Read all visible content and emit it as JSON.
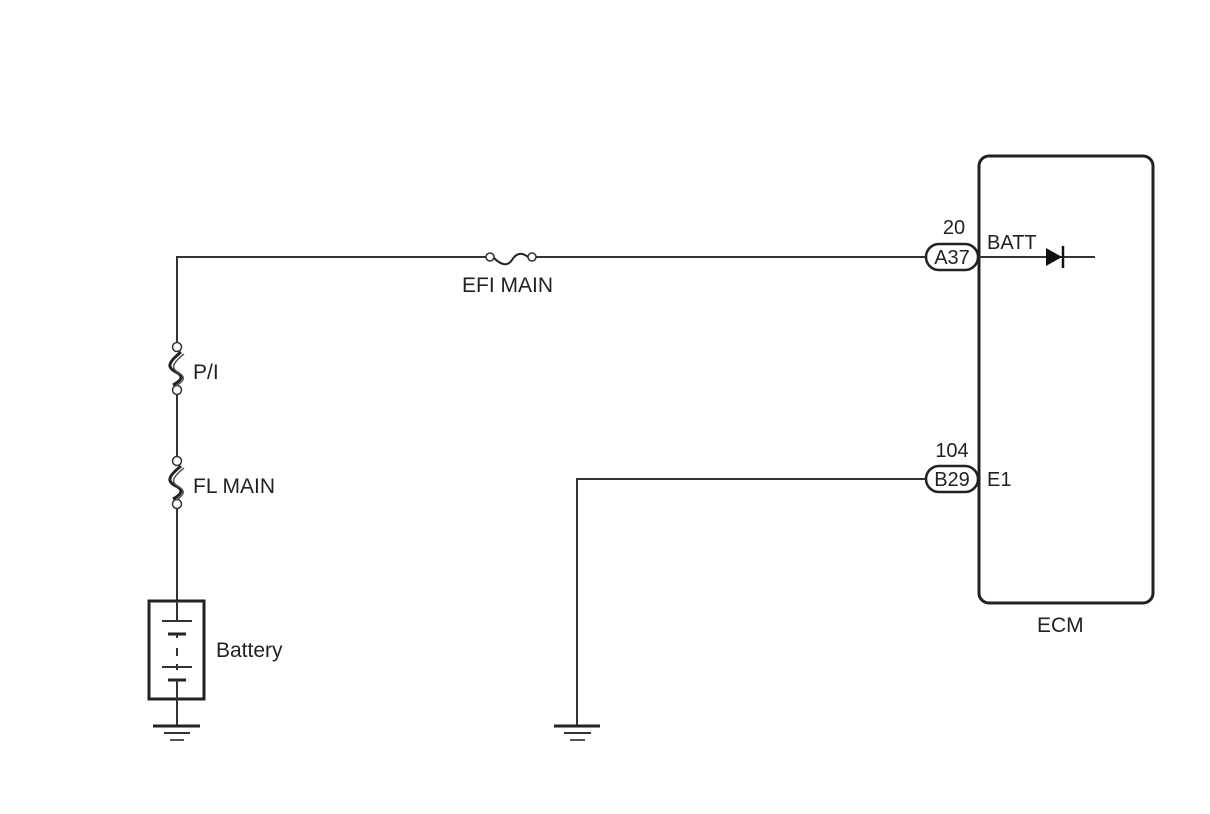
{
  "diagram": {
    "type": "wiring-diagram",
    "components": {
      "battery": {
        "label": "Battery"
      },
      "fuse_fl_main": {
        "label": "FL MAIN"
      },
      "fuse_pi": {
        "label": "P/I"
      },
      "fuse_efi_main": {
        "label": "EFI MAIN"
      },
      "ecm": {
        "label": "ECM"
      }
    },
    "connectors": [
      {
        "id": "A37",
        "pin": "20",
        "terminal": "BATT"
      },
      {
        "id": "B29",
        "pin": "104",
        "terminal": "E1"
      }
    ],
    "colors": {
      "line": "#333333",
      "background": "#ffffff"
    }
  }
}
